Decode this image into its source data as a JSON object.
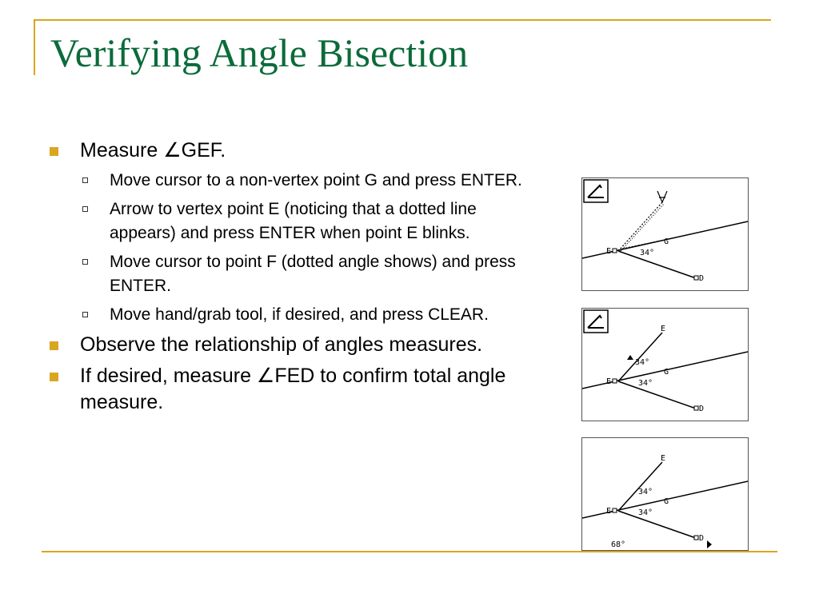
{
  "title": "Verifying Angle Bisection",
  "bullets": [
    {
      "text": "Measure ∠GEF.",
      "sub": [
        "Move cursor to a non-vertex point G and press ENTER.",
        "Arrow to vertex point E (noticing that a dotted line appears) and press ENTER when point E blinks.",
        "Move cursor to point F (dotted angle shows) and press ENTER.",
        "Move hand/grab tool, if desired, and press CLEAR."
      ]
    },
    {
      "text": "Observe the relationship of angles measures."
    },
    {
      "text": "If desired, measure ∠FED to confirm total angle measure."
    }
  ],
  "screens": [
    {
      "point_labels": [
        "E",
        "G",
        "D"
      ],
      "angle_labels": [
        "34°"
      ]
    },
    {
      "point_labels": [
        "E",
        "G",
        "D",
        "E"
      ],
      "angle_labels": [
        "34°",
        "34°"
      ]
    },
    {
      "point_labels": [
        "E",
        "G",
        "D",
        "E"
      ],
      "angle_labels": [
        "34°",
        "34°"
      ],
      "total_label": "68°"
    }
  ]
}
